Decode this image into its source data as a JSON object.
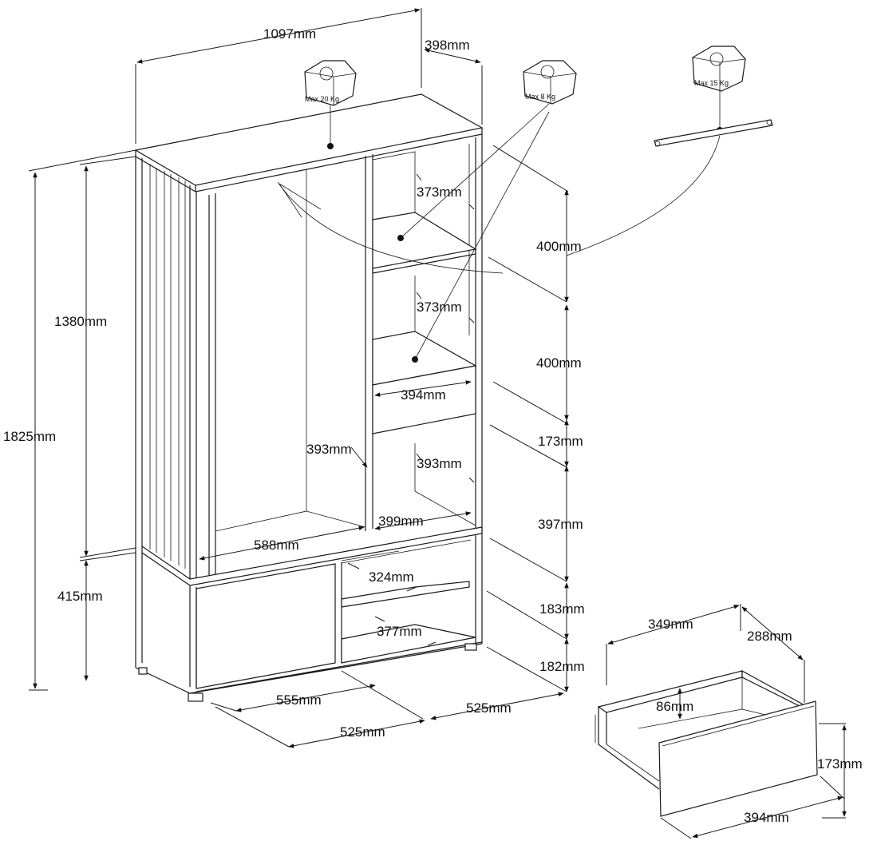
{
  "diagram": {
    "weight_labels": {
      "top_box": "Max 20  Kg",
      "shelf": "Max 8    Kg",
      "rail": "Max 15  Kg"
    },
    "dimensions": {
      "width": "1097mm",
      "depth_top": "398mm",
      "height_total": "1825mm",
      "height_upper": "1380mm",
      "height_lower": "415mm",
      "shelf_depth_1": "373mm",
      "shelf_depth_2": "373mm",
      "compartment_1": "400mm",
      "compartment_2": "400mm",
      "drawer_front_height": "173mm",
      "drawer_width_in": "394mm",
      "hanging_depth": "393mm",
      "shelf_depth_3": "393mm",
      "open_comp_height": "397mm",
      "shelf_width": "399mm",
      "hanging_width": "588mm",
      "lower_shelf_depth": "324mm",
      "lower_comp_1": "183mm",
      "lower_shelf_depth_2": "377mm",
      "lower_comp_2": "182mm",
      "door_width": "555mm",
      "base_depth_front": "525mm",
      "base_depth_side": "525mm",
      "drawer_inner_width": "349mm",
      "drawer_depth": "288mm",
      "drawer_inner_height": "86mm",
      "drawer_height": "173mm",
      "drawer_width": "394mm"
    }
  }
}
